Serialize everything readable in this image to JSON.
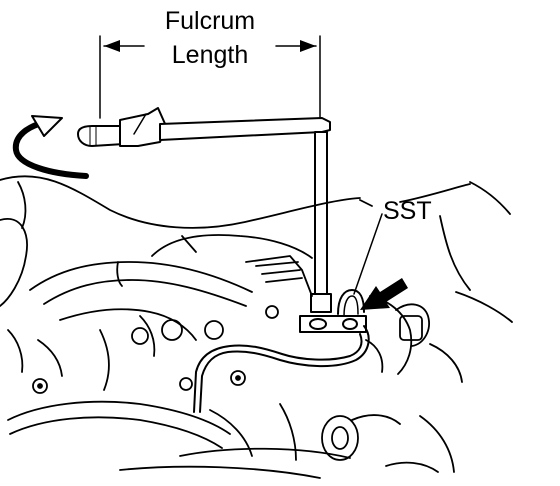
{
  "labels": {
    "fulcrum": "Fulcrum",
    "length": "Length",
    "sst": "SST"
  },
  "colors": {
    "line": "#000000",
    "background": "#ffffff"
  },
  "icons": {
    "rotation": "curved-arrow-icon",
    "pointer": "pointer-arrow-icon",
    "dimension": "dimension-arrow-icon"
  }
}
